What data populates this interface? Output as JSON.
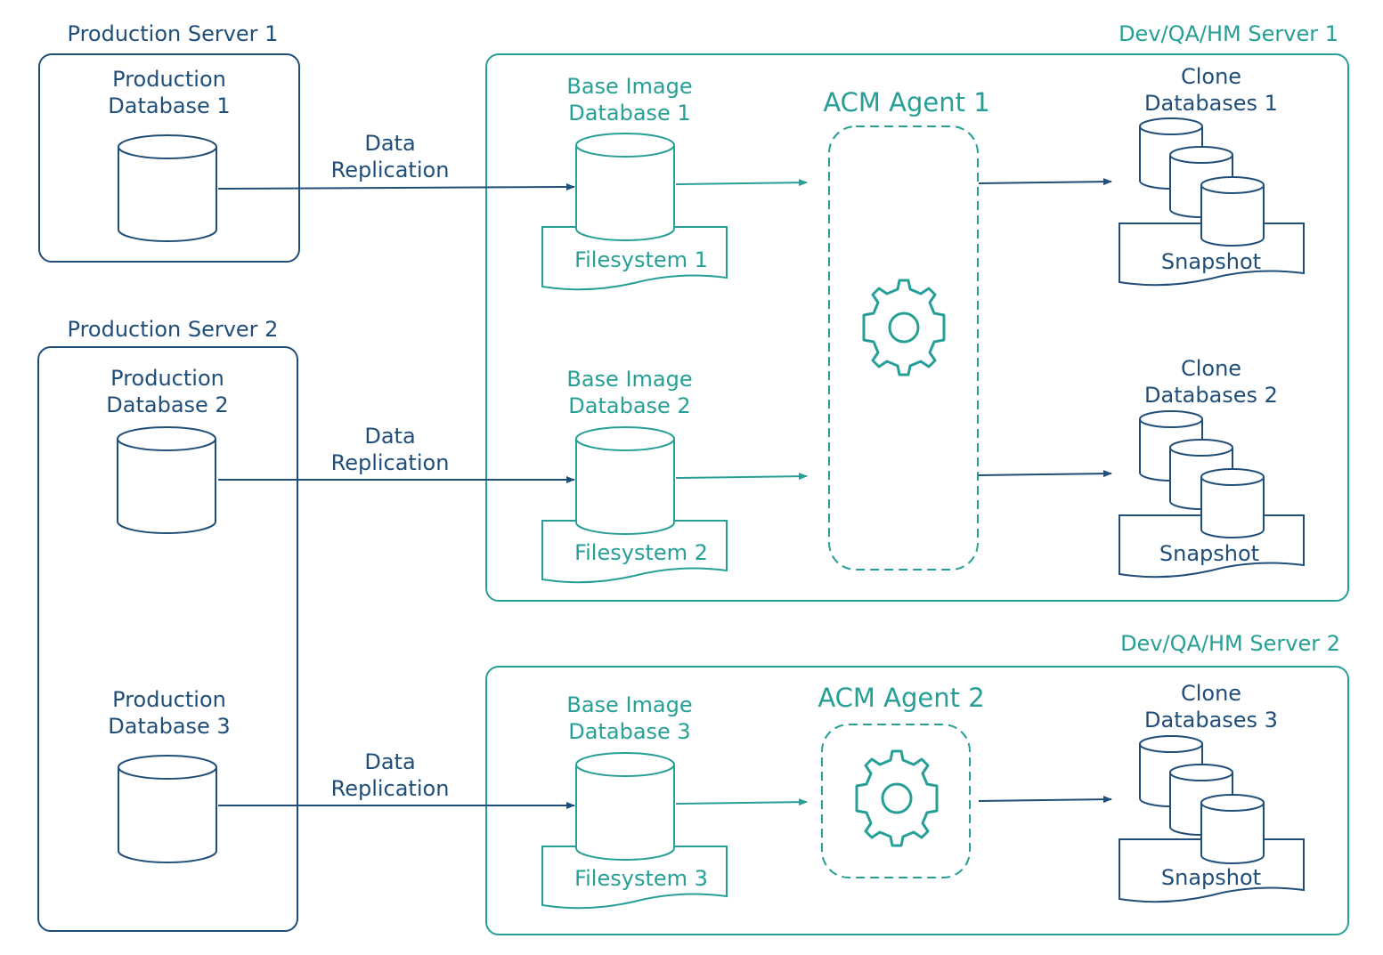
{
  "colors": {
    "navy": "#1f4e79",
    "teal": "#26a096"
  },
  "production_servers": [
    {
      "title": "Production Server 1",
      "databases": [
        {
          "line1": "Production",
          "line2": "Database 1"
        }
      ]
    },
    {
      "title": "Production Server 2",
      "databases": [
        {
          "line1": "Production",
          "line2": "Database 2"
        },
        {
          "line1": "Production",
          "line2": "Database 3"
        }
      ]
    }
  ],
  "replication_label": {
    "line1": "Data",
    "line2": "Replication"
  },
  "dev_servers": [
    {
      "title": "Dev/QA/HM Server 1",
      "agent": "ACM Agent 1",
      "base_images": [
        {
          "line1": "Base Image",
          "line2": "Database 1",
          "filesystem": "Filesystem 1"
        },
        {
          "line1": "Base Image",
          "line2": "Database 2",
          "filesystem": "Filesystem 2"
        }
      ],
      "clones": [
        {
          "line1": "Clone",
          "line2": "Databases 1",
          "snapshot": "Snapshot"
        },
        {
          "line1": "Clone",
          "line2": "Databases 2",
          "snapshot": "Snapshot"
        }
      ]
    },
    {
      "title": "Dev/QA/HM Server 2",
      "agent": "ACM Agent 2",
      "base_images": [
        {
          "line1": "Base Image",
          "line2": "Database 3",
          "filesystem": "Filesystem 3"
        }
      ],
      "clones": [
        {
          "line1": "Clone",
          "line2": "Databases 3",
          "snapshot": "Snapshot"
        }
      ]
    }
  ],
  "icons": {
    "database": "cylinder-icon",
    "agent": "gear-icon",
    "filesystem": "document-icon"
  }
}
